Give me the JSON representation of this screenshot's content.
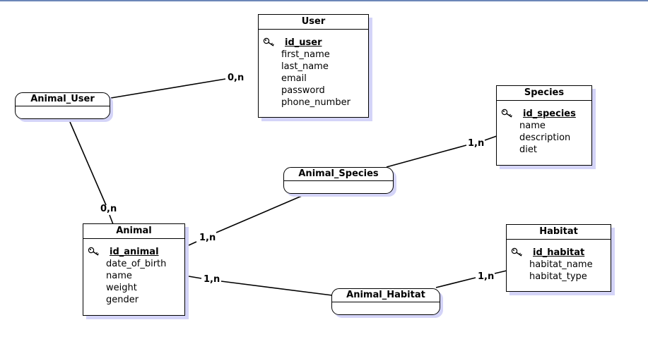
{
  "entities": {
    "user": {
      "title": "User",
      "pk": "id_user",
      "attrs": [
        "first_name",
        "last_name",
        "email",
        "password",
        "phone_number"
      ]
    },
    "species": {
      "title": "Species",
      "pk": "id_species",
      "attrs": [
        "name",
        "description",
        "diet"
      ]
    },
    "animal": {
      "title": "Animal",
      "pk": "id_animal",
      "attrs": [
        "date_of_birth",
        "name",
        "weight",
        "gender"
      ]
    },
    "habitat": {
      "title": "Habitat",
      "pk": "id_habitat",
      "attrs": [
        "habitat_name",
        "habitat_type"
      ]
    }
  },
  "associations": {
    "animal_user": "Animal_User",
    "animal_species": "Animal_Species",
    "animal_habitat": "Animal_Habitat"
  },
  "cardinalities": {
    "user_animal_user": "0,n",
    "animal_animal_user": "0,n",
    "species_animal_species": "1,n",
    "animal_animal_species": "1,n",
    "animal_animal_habitat": "1,n",
    "habitat_animal_habitat": "1,n"
  },
  "icons": {
    "primary_key": "key-icon"
  }
}
